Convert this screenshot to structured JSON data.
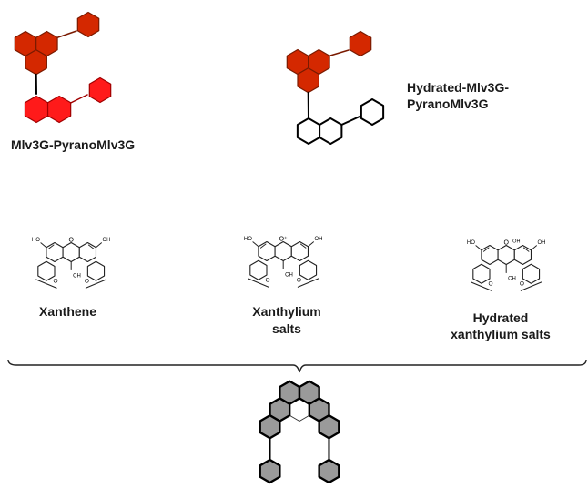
{
  "labels": {
    "mlv_pyrano": "Mlv3G-PyranoMlv3G",
    "hydrated_mlv_line1": "Hydrated-Mlv3G-",
    "hydrated_mlv_line2": "PyranoMlv3G",
    "xanthene": "Xanthene",
    "xanthylium_line1": "Xanthylium",
    "xanthylium_line2": "salts",
    "hydrated_xanthylium_line1": "Hydrated",
    "hydrated_xanthylium_line2": "xanthylium salts"
  },
  "atoms": {
    "ho": "HO",
    "oh": "OH",
    "o": "O",
    "ch3": "CH3"
  },
  "colors": {
    "red_dark": "#d42800",
    "red_bright": "#ff1a1a",
    "outline": "#7a1a00",
    "gray_fill": "#9a9a9a",
    "black": "#000000"
  }
}
